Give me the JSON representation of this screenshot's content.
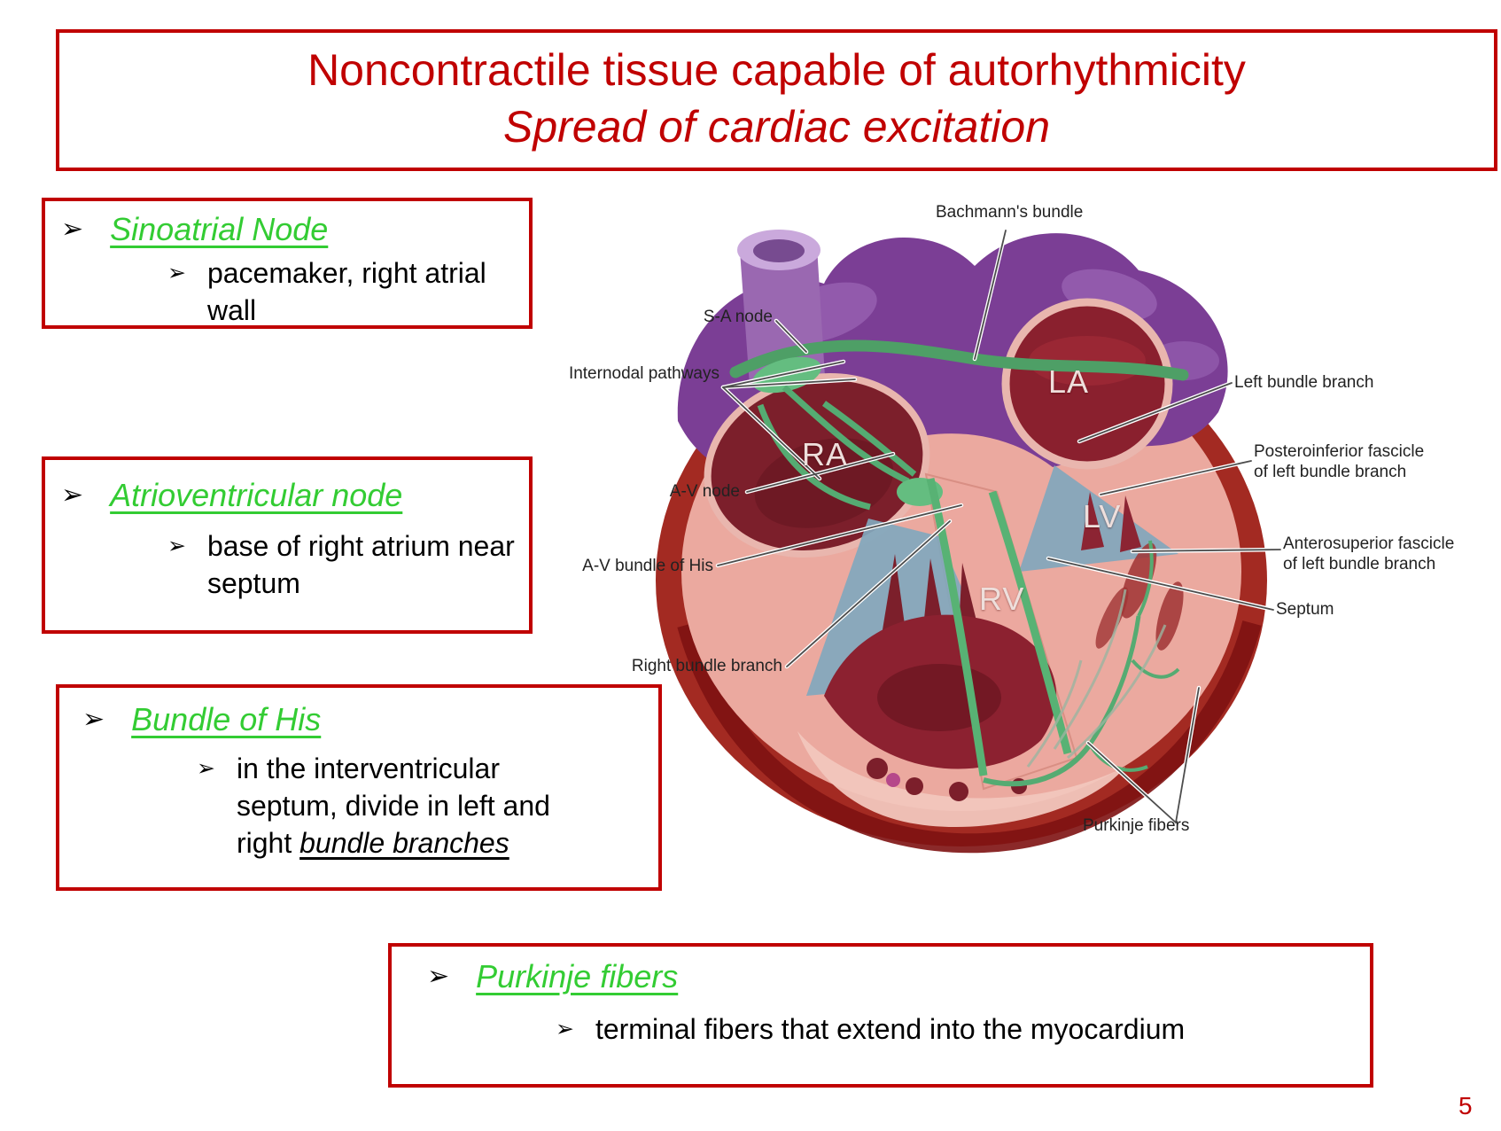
{
  "page": {
    "number": "5"
  },
  "title": {
    "line1": "Noncontractile tissue capable of autorhythmicity",
    "line2": "Spread of cardiac excitation"
  },
  "bullets": {
    "glyph": "➢"
  },
  "boxes": {
    "sinoatrial": {
      "heading": "Sinoatrial Node",
      "sub": "pacemaker, right atrial wall"
    },
    "atrioventricular": {
      "heading": "Atrioventricular node",
      "sub": "base of right atrium near septum"
    },
    "bundle_of_his": {
      "heading": "Bundle of His",
      "sub_text": "in the interventricular septum, divide in left and right ",
      "sub_emphasis": "bundle branches"
    },
    "purkinje": {
      "heading": "Purkinje fibers",
      "sub": "terminal fibers that extend into the myocardium"
    }
  },
  "diagram": {
    "chambers": {
      "ra": "RA",
      "la": "LA",
      "lv": "LV",
      "rv": "RV"
    },
    "labels": {
      "bachmanns_bundle": "Bachmann's bundle",
      "sa_node": "S-A node",
      "internodal_pathways": "Internodal pathways",
      "av_node": "A-V node",
      "av_bundle_of_his": "A-V bundle of His",
      "right_bundle_branch": "Right bundle branch",
      "left_bundle_branch": "Left bundle branch",
      "posteroinferior_fascicle": "Posteroinferior fascicle\nof left bundle branch",
      "anterosuperior_fascicle": "Anterosuperior fascicle\nof left bundle branch",
      "septum": "Septum",
      "purkinje_fibers": "Purkinje fibers"
    }
  },
  "colors": {
    "accent_red": "#c00000",
    "heading_green": "#33cc33",
    "conduction_green": "#55ab72"
  }
}
